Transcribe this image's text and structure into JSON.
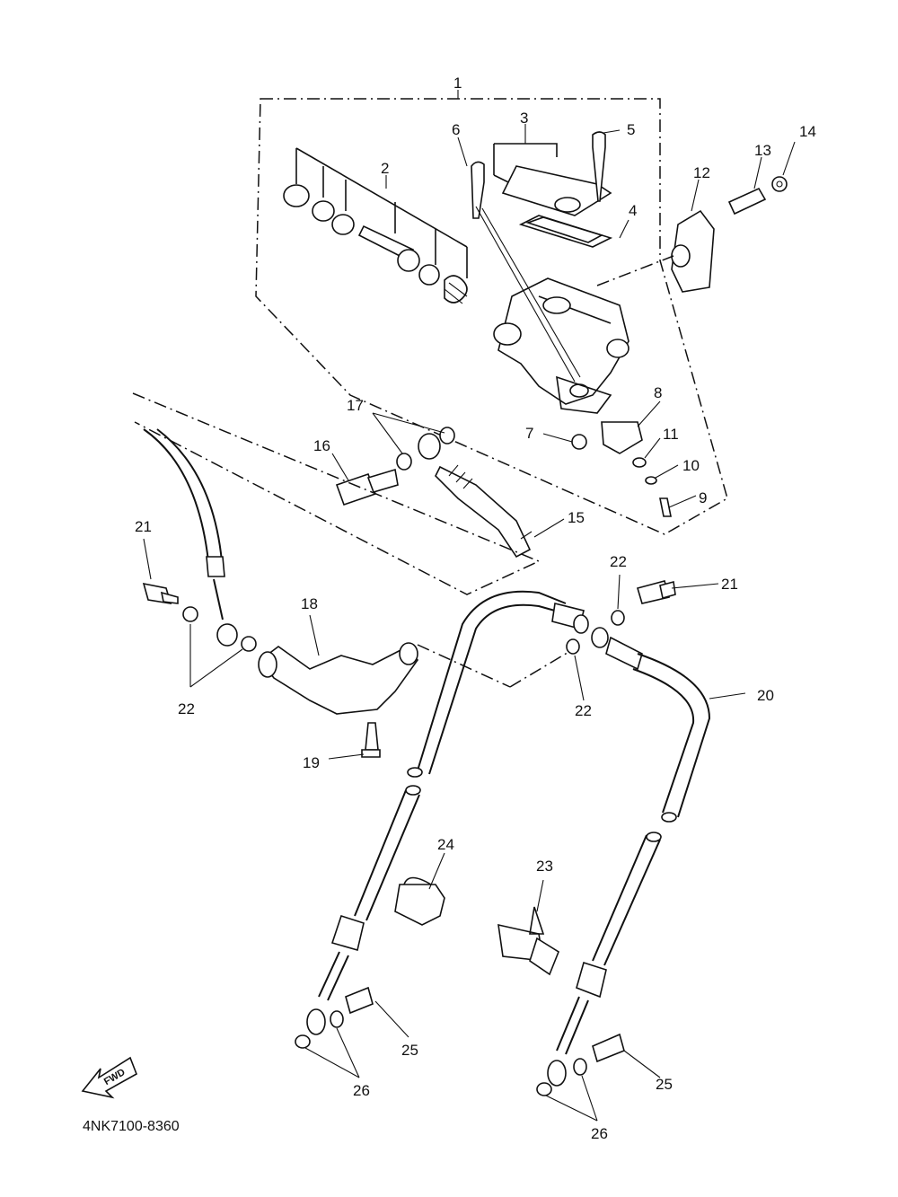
{
  "diagram_code": "4NK7100-8360",
  "fwd_label": "FWD",
  "part_labels": [
    {
      "key": "p1",
      "text": "1"
    },
    {
      "key": "p2",
      "text": "2"
    },
    {
      "key": "p3",
      "text": "3"
    },
    {
      "key": "p4",
      "text": "4"
    },
    {
      "key": "p5",
      "text": "5"
    },
    {
      "key": "p6",
      "text": "6"
    },
    {
      "key": "p7",
      "text": "7"
    },
    {
      "key": "p8",
      "text": "8"
    },
    {
      "key": "p9",
      "text": "9"
    },
    {
      "key": "p10",
      "text": "10"
    },
    {
      "key": "p11",
      "text": "11"
    },
    {
      "key": "p12",
      "text": "12"
    },
    {
      "key": "p13",
      "text": "13"
    },
    {
      "key": "p14",
      "text": "14"
    },
    {
      "key": "p15",
      "text": "15"
    },
    {
      "key": "p16",
      "text": "16"
    },
    {
      "key": "p17",
      "text": "17"
    },
    {
      "key": "p18",
      "text": "18"
    },
    {
      "key": "p19",
      "text": "19"
    },
    {
      "key": "p20",
      "text": "20"
    },
    {
      "key": "p21a",
      "text": "21"
    },
    {
      "key": "p21b",
      "text": "21"
    },
    {
      "key": "p22a",
      "text": "22"
    },
    {
      "key": "p22b",
      "text": "22"
    },
    {
      "key": "p22c",
      "text": "22"
    },
    {
      "key": "p23",
      "text": "23"
    },
    {
      "key": "p24",
      "text": "24"
    },
    {
      "key": "p25a",
      "text": "25"
    },
    {
      "key": "p25b",
      "text": "25"
    },
    {
      "key": "p26a",
      "text": "26"
    },
    {
      "key": "p26b",
      "text": "26"
    }
  ]
}
